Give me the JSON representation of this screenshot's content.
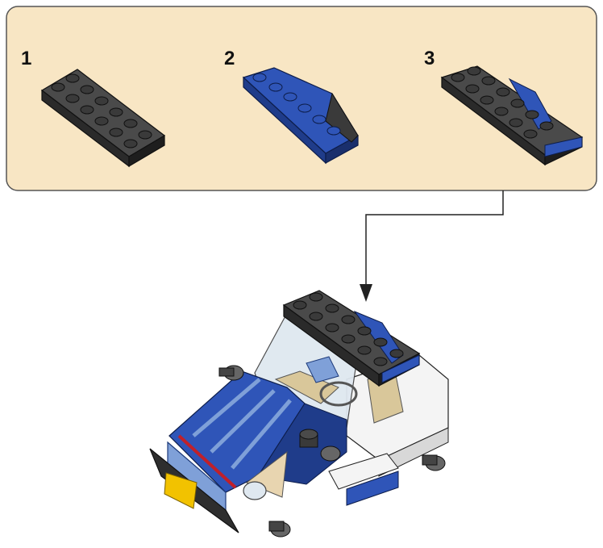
{
  "callout": {
    "background": "#f8e6c4",
    "border": "#555555",
    "steps": [
      {
        "number": "1",
        "part": "black-plate"
      },
      {
        "number": "2",
        "part": "blue-wedge-plate"
      },
      {
        "number": "3",
        "part": "plate-assembly"
      }
    ]
  },
  "colors": {
    "black_brick": "#3a3a3a",
    "blue_brick": "#2f55b8",
    "light_blue_brick": "#7fa0d8",
    "white_brick": "#f4f4f4",
    "tan_brick": "#d9c79a",
    "yellow_brick": "#f2c200",
    "red_brick": "#c0202a",
    "glass": "#dfe8f0"
  }
}
